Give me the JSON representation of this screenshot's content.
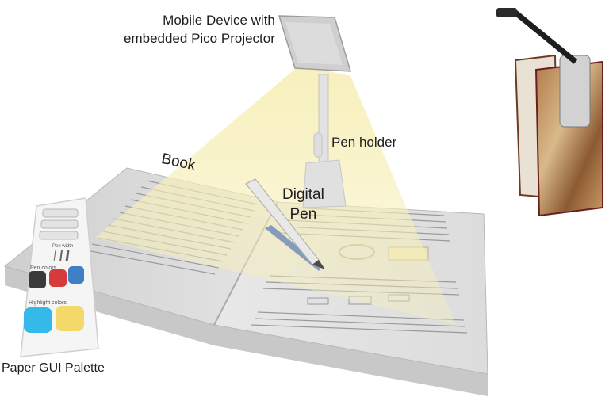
{
  "labels": {
    "device_line1": "Mobile Device with",
    "device_line2": "embedded Pico Projector",
    "book": "Book",
    "pen_holder": "Pen holder",
    "digital_pen_line1": "Digital",
    "digital_pen_line2": "Pen",
    "paper_palette": "Paper GUI Palette"
  },
  "palette": {
    "pen_width_label": "Pen width",
    "pen_colors_label": "Pen colors",
    "highlight_colors_label": "Highlight colors"
  },
  "colors": {
    "pen_colors": [
      "#3a3a3a",
      "#d63b3b",
      "#3f7fc6"
    ],
    "highlight_colors": [
      "#35b8ea",
      "#f2d96a"
    ],
    "projector_beam": "#f7efb8"
  }
}
